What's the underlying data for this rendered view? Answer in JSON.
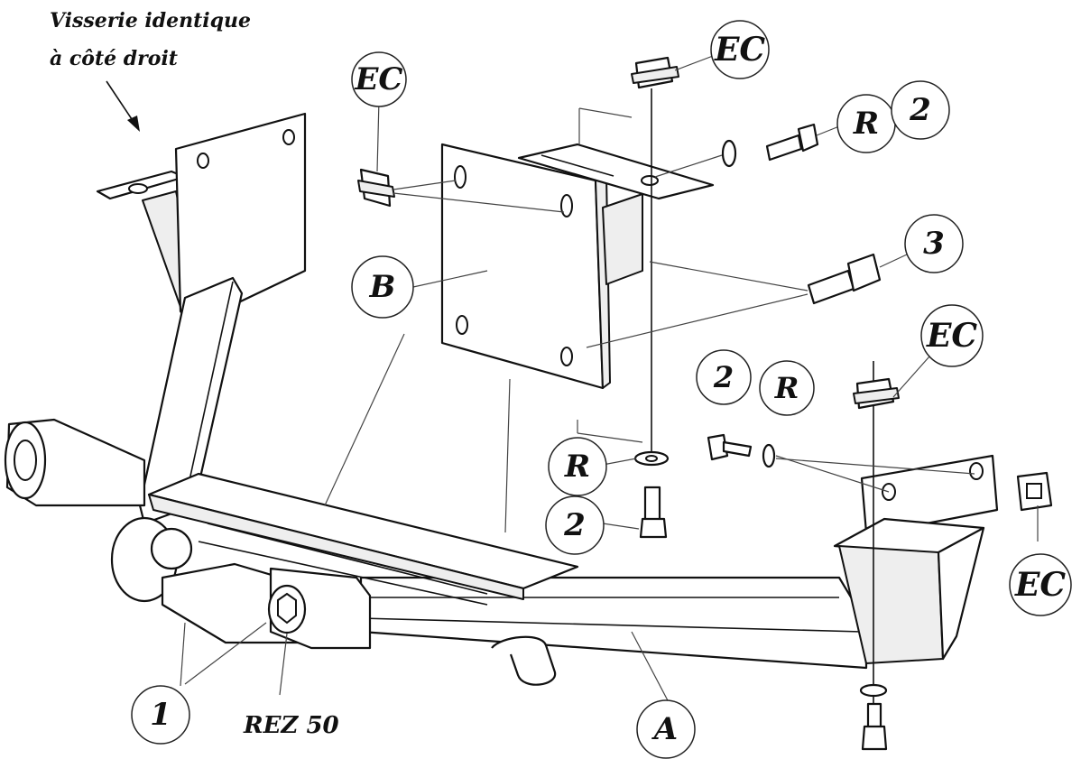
{
  "note": {
    "line1": "Visserie identique",
    "line2": "à côté droit"
  },
  "labels": {
    "ec_top_left": "EC",
    "ec_top_right": "EC",
    "ec_mid_right": "EC",
    "ec_bottom_right": "EC",
    "r_top": "R",
    "two_top": "2",
    "three": "3",
    "b": "B",
    "two_mid": "2",
    "r_mid": "R",
    "r_center": "R",
    "two_center": "2",
    "one": "1",
    "rez": "REZ 50",
    "a": "A"
  }
}
